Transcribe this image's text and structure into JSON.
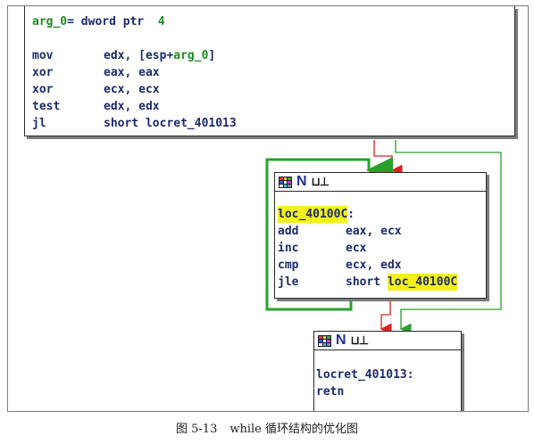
{
  "nodes": {
    "entry": {
      "header": {
        "label": "arg_0",
        "eq": "= dword ptr  ",
        "value": "4"
      },
      "instructions": [
        {
          "op": "mov",
          "args_pre": "edx, [esp+",
          "args_green": "arg_0",
          "args_post": "]"
        },
        {
          "op": "xor",
          "args_pre": "eax, eax",
          "args_green": "",
          "args_post": ""
        },
        {
          "op": "xor",
          "args_pre": "ecx, ecx",
          "args_green": "",
          "args_post": ""
        },
        {
          "op": "test",
          "args_pre": "edx, edx",
          "args_green": "",
          "args_post": ""
        },
        {
          "op": "jl",
          "args_pre": "short locret_401013",
          "args_green": "",
          "args_post": ""
        }
      ]
    },
    "loop": {
      "title_letter": "N",
      "title_glyph": "⊔⊥",
      "label": "loc_40100C",
      "label_suffix": ":",
      "instructions": [
        {
          "op": "add",
          "args": "eax, ecx"
        },
        {
          "op": "inc",
          "args": "ecx"
        },
        {
          "op": "cmp",
          "args": "ecx, edx"
        },
        {
          "op": "jle",
          "args_prefix": "short ",
          "args_target": "loc_40100C"
        }
      ]
    },
    "exit": {
      "title_letter": "N",
      "title_glyph": "⊔⊥",
      "label": "locret_401013:",
      "instructions": [
        {
          "op": "retn",
          "args": ""
        }
      ]
    }
  },
  "colors": {
    "edge_true": "#2aa02a",
    "edge_false": "#e02020",
    "edge_loop": "#2aa02a",
    "highlight": "#f3f11c",
    "instruction_text": "#1c2a6a",
    "operand_local": "#1f8a1f"
  },
  "caption": {
    "number": "图 5-13",
    "text": "while 循环结构的优化图"
  }
}
